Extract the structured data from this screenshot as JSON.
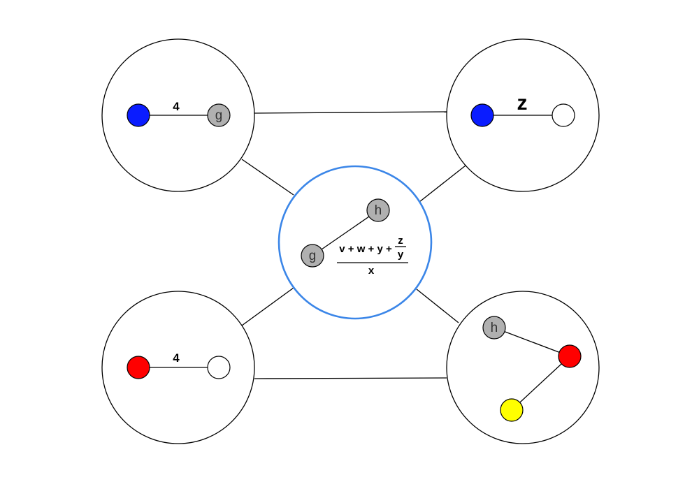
{
  "colors": {
    "blue": "#0a1cff",
    "gray": "#b0b0b0",
    "red": "#ff0000",
    "white": "#ffffff",
    "yellow": "#ffff00",
    "center_ring": "#3b86e8"
  },
  "top_left": {
    "edge_label": "4",
    "left_node": "blue",
    "right_node_label": "g"
  },
  "top_right": {
    "edge_label": "z",
    "left_node": "blue",
    "right_node": "white"
  },
  "center": {
    "node_top_label": "h",
    "node_bottom_label": "g",
    "formula_numerator_main": "v + w + y +",
    "formula_inner_numerator": "z",
    "formula_inner_denominator": "y",
    "formula_denominator": "x"
  },
  "bottom_left": {
    "edge_label": "4",
    "left_node": "red",
    "right_node": "white"
  },
  "bottom_right": {
    "node_top_label": "h",
    "right_node": "red",
    "bottom_node": "yellow"
  }
}
